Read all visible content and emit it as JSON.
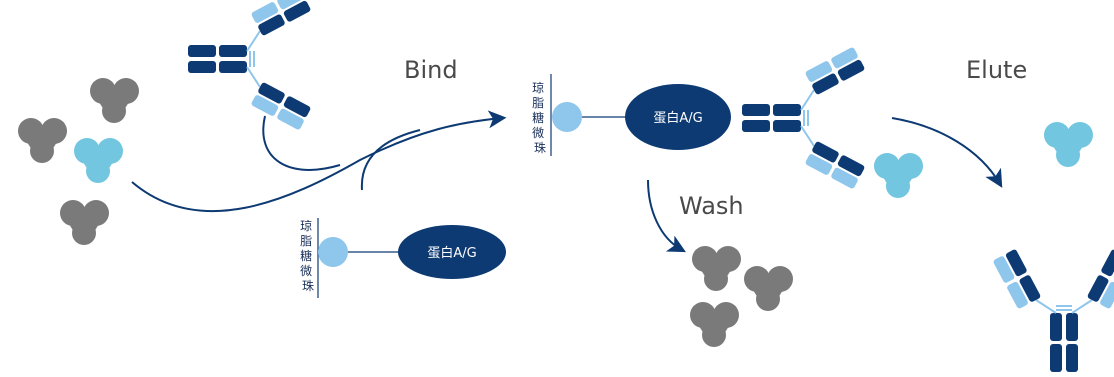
{
  "steps": {
    "bind": "Bind",
    "wash": "Wash",
    "elute": "Elute"
  },
  "resin": {
    "bead_label": "琼脂糖微珠",
    "protein_label": "蛋白A/G"
  },
  "colors": {
    "dark_blue": "#0d3a73",
    "light_blue": "#8fc6ec",
    "cyan_protein": "#72c6e0",
    "gray_protein": "#7a7a7a",
    "arrow": "#0d3a73",
    "label_gray": "#4a4a4a"
  }
}
